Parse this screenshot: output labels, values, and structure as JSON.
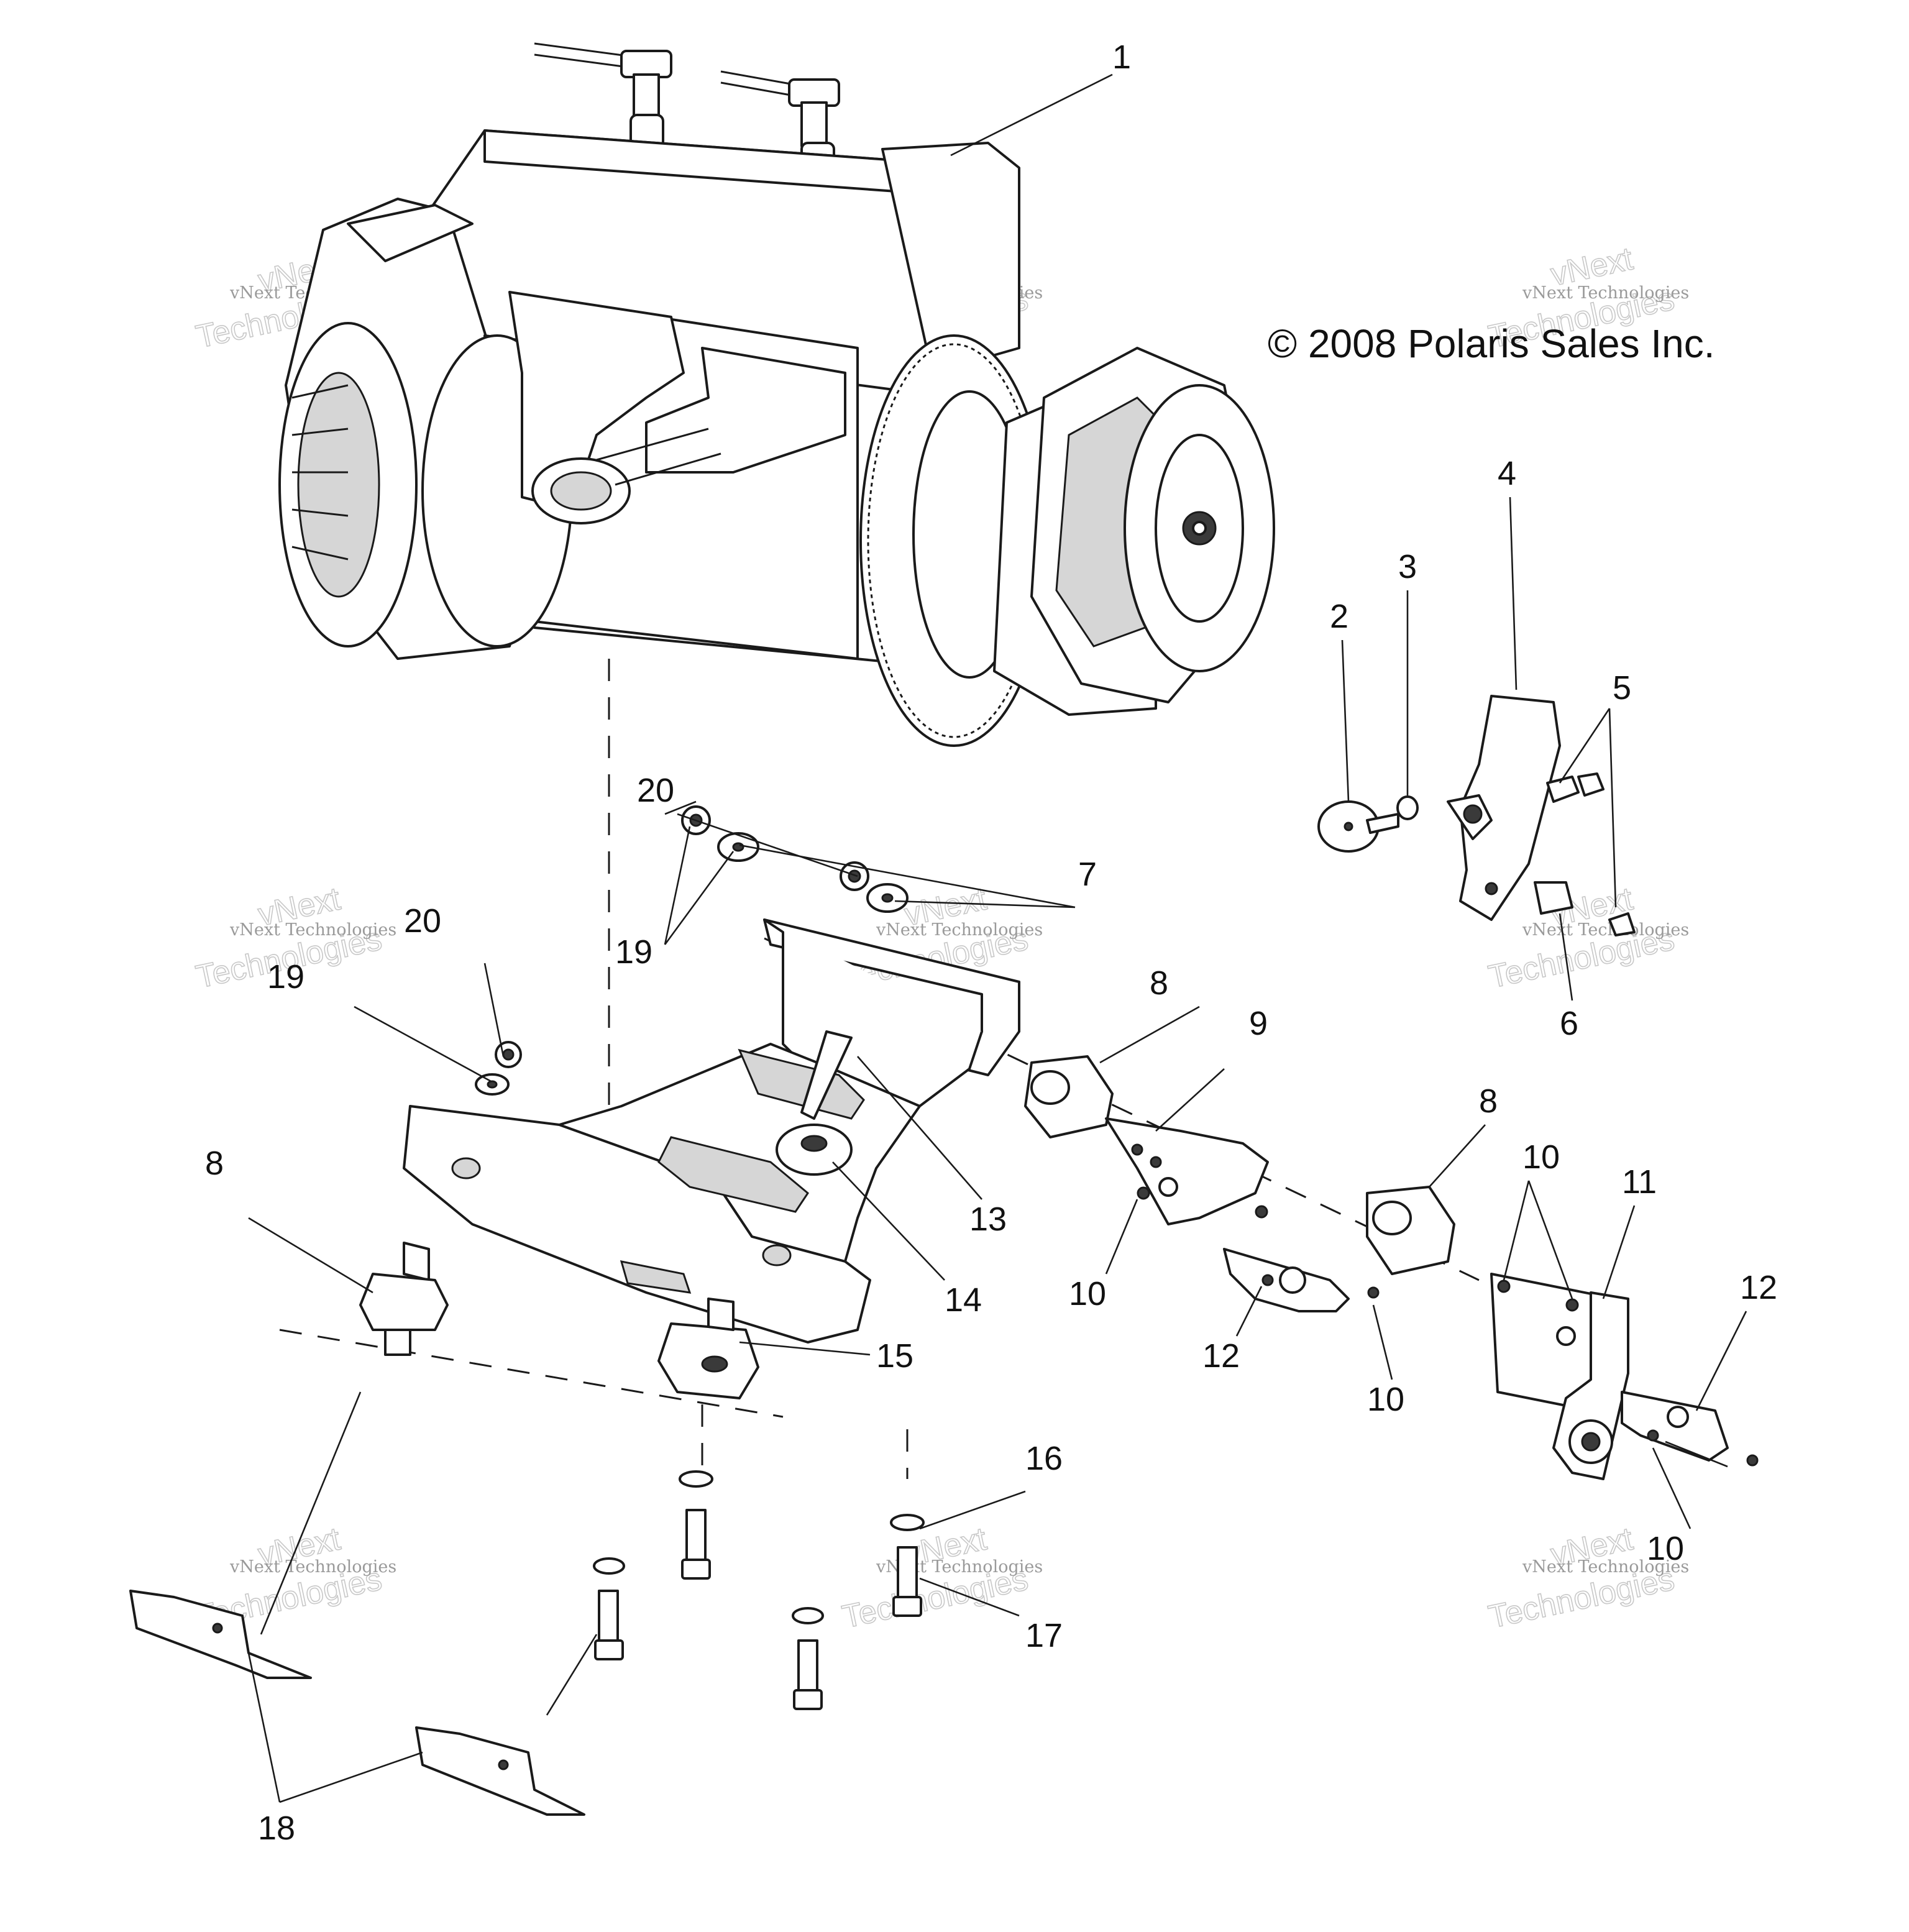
{
  "copyright": "© 2008 Polaris Sales Inc.",
  "watermark": {
    "line1": "vNext Technologies",
    "line2": "vNext",
    "line3": "Technologies"
  },
  "callouts": {
    "c1": "1",
    "c2": "2",
    "c3": "3",
    "c4": "4",
    "c5": "5",
    "c6": "6",
    "c7": "7",
    "c8a": "8",
    "c8b": "8",
    "c8c": "8",
    "c9": "9",
    "c10a": "10",
    "c10b": "10",
    "c10c": "10",
    "c10d": "10",
    "c11": "11",
    "c12a": "12",
    "c12b": "12",
    "c13": "13",
    "c14": "14",
    "c15": "15",
    "c16": "16",
    "c17": "17",
    "c18": "18",
    "c19a": "19",
    "c19b": "19",
    "c20a": "20",
    "c20b": "20"
  }
}
